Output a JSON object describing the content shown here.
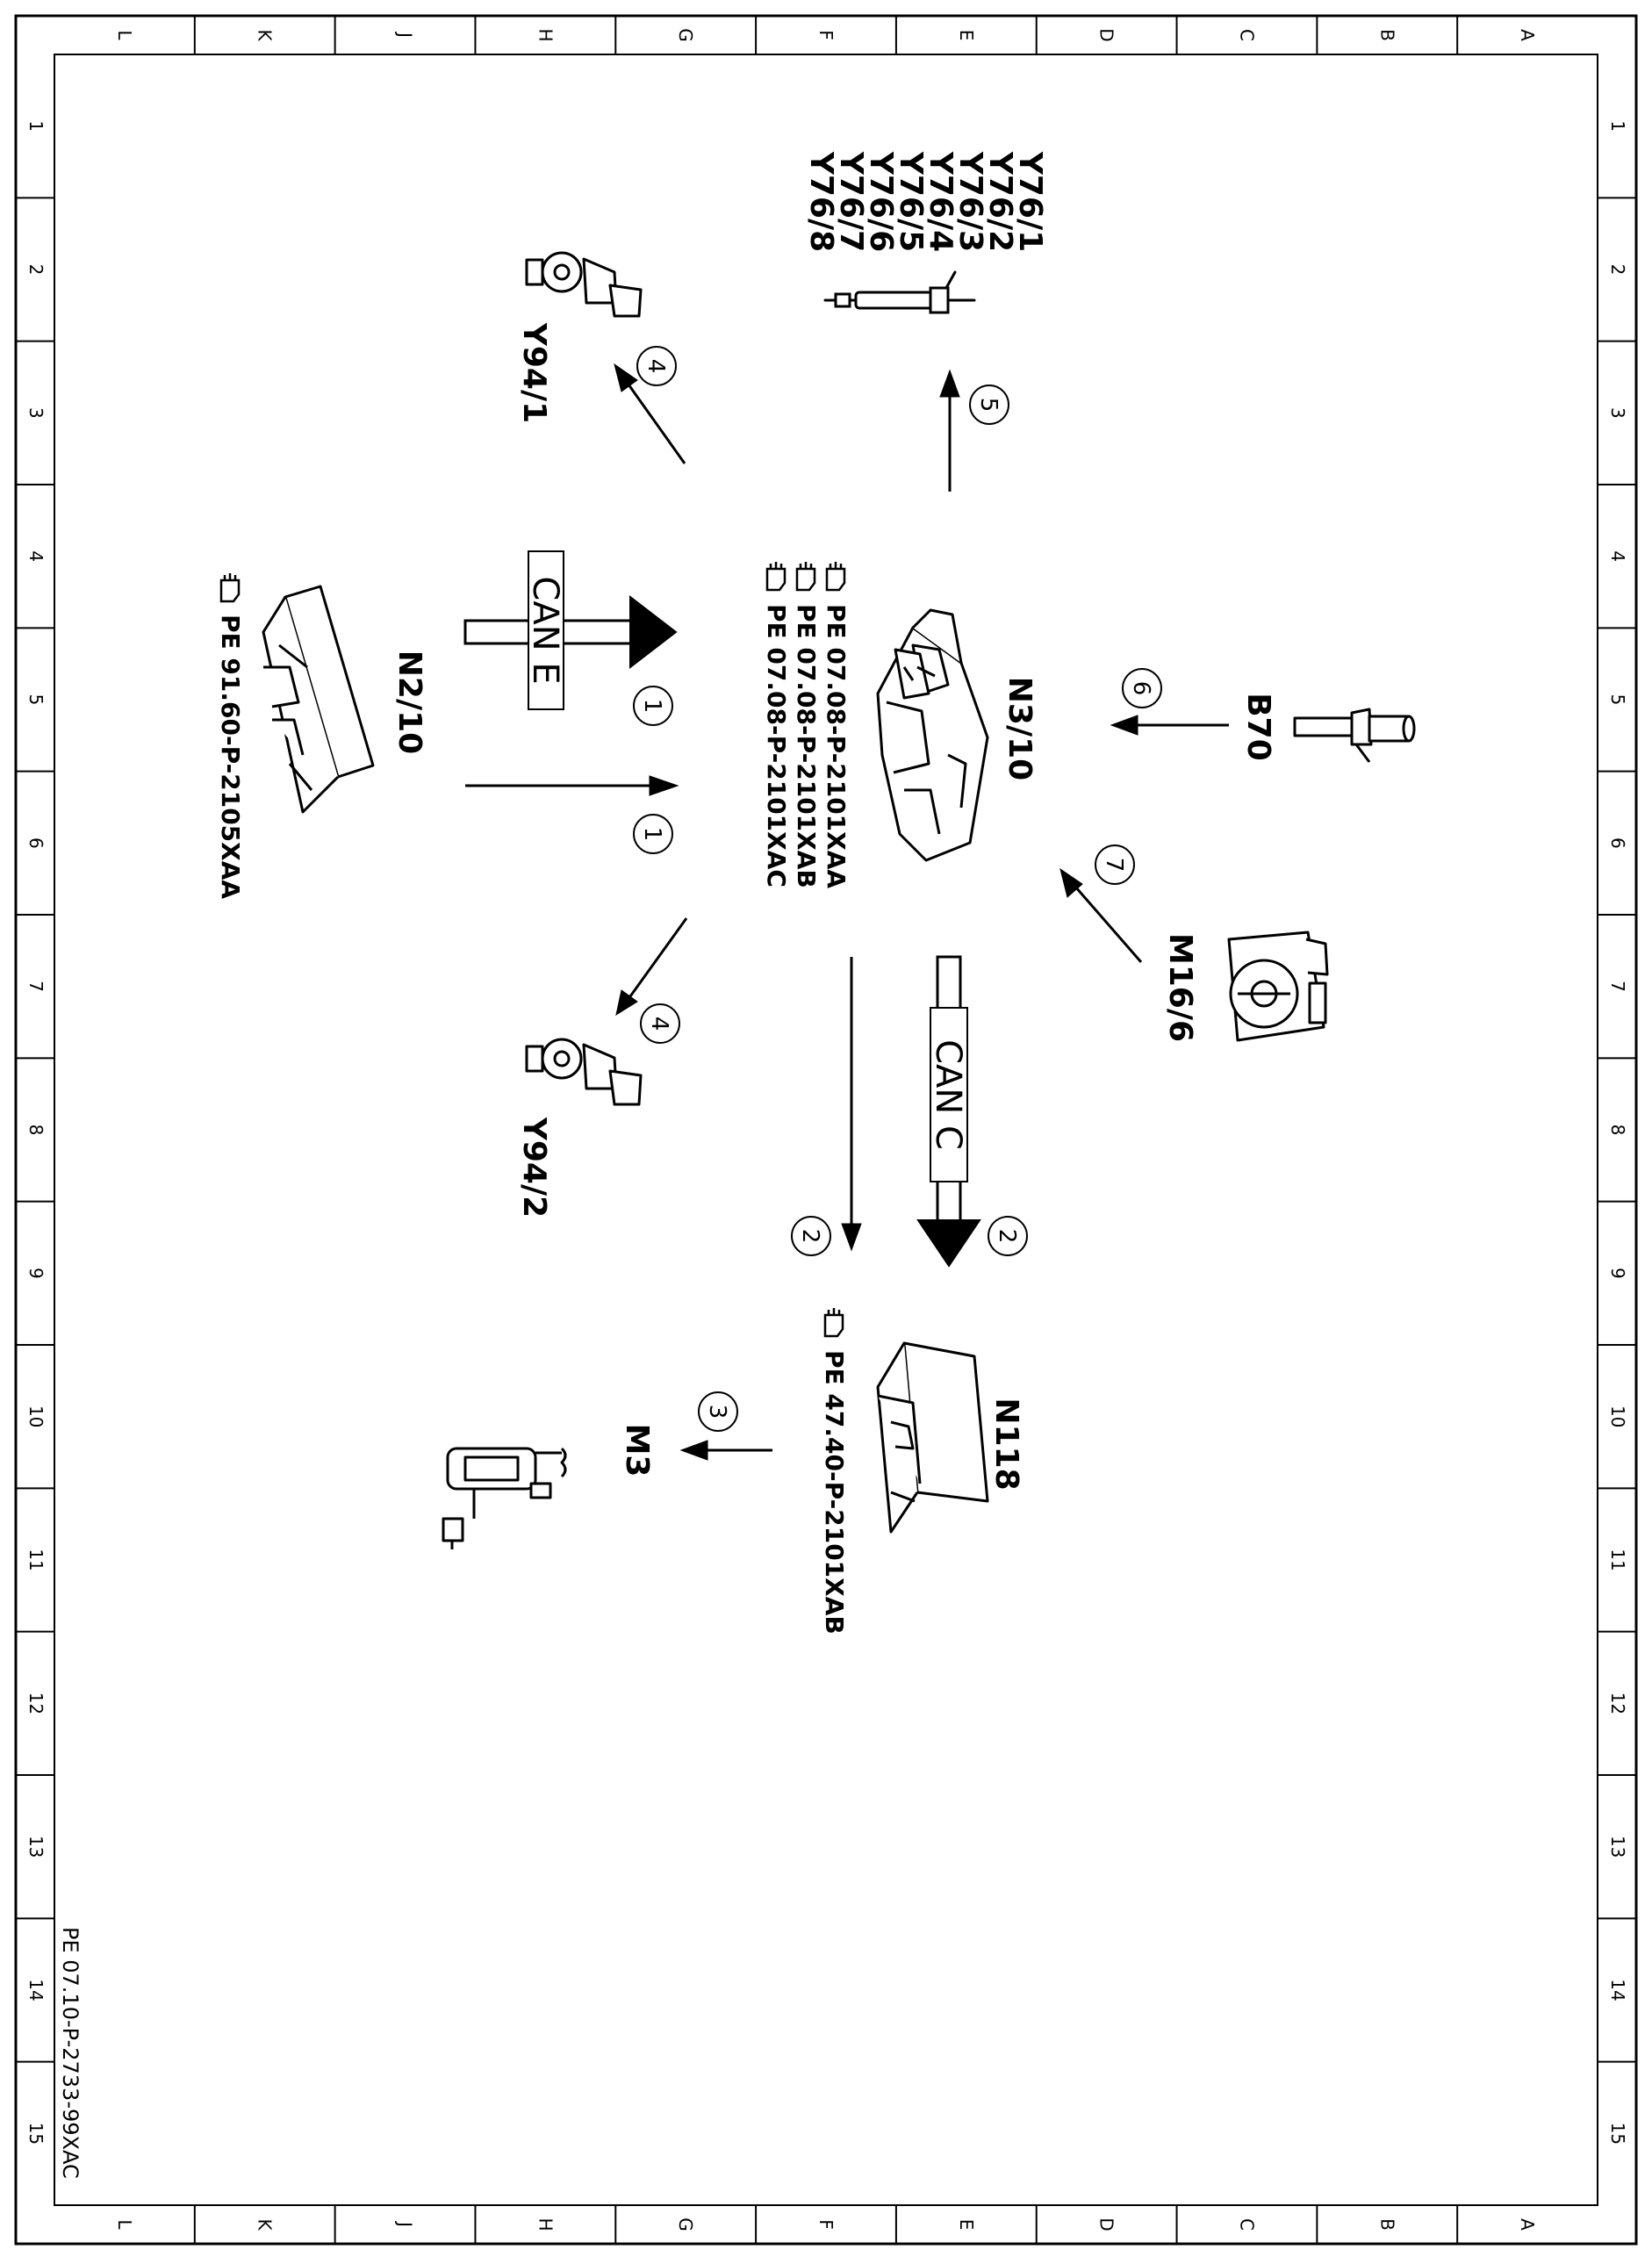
{
  "frame": {
    "columns": [
      "L",
      "K",
      "J",
      "H",
      "G",
      "F",
      "E",
      "D",
      "C",
      "B",
      "A"
    ],
    "rows": [
      "1",
      "2",
      "3",
      "4",
      "5",
      "6",
      "7",
      "8",
      "9",
      "10",
      "11",
      "12",
      "13",
      "14",
      "15"
    ]
  },
  "document_ref": "PE 07.10-P-2733-99XAC",
  "components": {
    "n3_10": {
      "label": "N3/10",
      "refs": [
        "PE 07.08-P-2101XAA",
        "PE 07.08-P-2101XAB",
        "PE 07.08-P-2101XAC"
      ]
    },
    "n2_10": {
      "label": "N2/10",
      "refs": [
        "PE 91.60-P-2105XAA"
      ]
    },
    "n118": {
      "label": "N118",
      "refs": [
        "PE 47.40-P-2101XAB"
      ]
    },
    "y76": {
      "labels": [
        "Y76/1",
        "Y76/2",
        "Y76/3",
        "Y76/4",
        "Y76/5",
        "Y76/6",
        "Y76/7",
        "Y76/8"
      ]
    },
    "y94_1": {
      "label": "Y94/1"
    },
    "y94_2": {
      "label": "Y94/2"
    },
    "b70": {
      "label": "B70"
    },
    "m16_6": {
      "label": "M16/6"
    },
    "m3": {
      "label": "M3"
    }
  },
  "buses": {
    "can_e": "CAN E",
    "can_c": "CAN C"
  },
  "callouts": {
    "c1a": "1",
    "c1b": "1",
    "c2a": "2",
    "c2b": "2",
    "c3": "3",
    "c4a": "4",
    "c4b": "4",
    "c5": "5",
    "c6": "6",
    "c7": "7"
  },
  "icons": [
    "reference-hand-icon"
  ]
}
